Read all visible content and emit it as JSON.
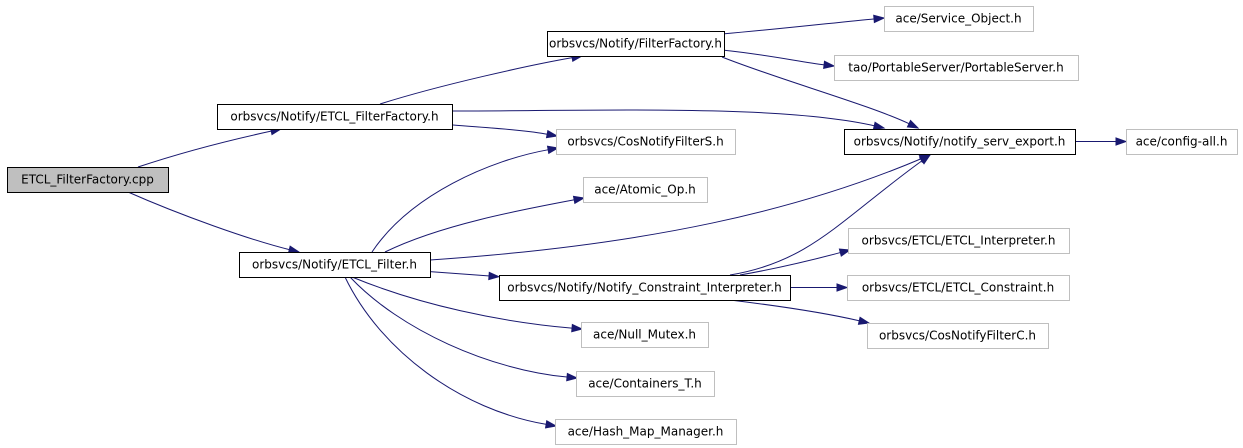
{
  "colors": {
    "edge": "#191970",
    "root_fill": "#bfbfbf",
    "root_border": "#000000",
    "internal_border": "#000000",
    "leaf_border": "#bfbfbf",
    "text": "#000000",
    "background": "#ffffff"
  },
  "nodes": [
    {
      "id": "root",
      "label": "ETCL_FilterFactory.cpp",
      "kind": "root"
    },
    {
      "id": "etcl_ff_h",
      "label": "orbsvcs/Notify/ETCL_FilterFactory.h",
      "kind": "internal"
    },
    {
      "id": "etcl_filter_h",
      "label": "orbsvcs/Notify/ETCL_Filter.h",
      "kind": "internal"
    },
    {
      "id": "filterfactory_h",
      "label": "orbsvcs/Notify/FilterFactory.h",
      "kind": "internal"
    },
    {
      "id": "cosnotifyfilters_h",
      "label": "orbsvcs/CosNotifyFilterS.h",
      "kind": "leaf"
    },
    {
      "id": "notify_serv_export_h",
      "label": "orbsvcs/Notify/notify_serv_export.h",
      "kind": "internal"
    },
    {
      "id": "service_object_h",
      "label": "ace/Service_Object.h",
      "kind": "leaf"
    },
    {
      "id": "portableserver_h",
      "label": "tao/PortableServer/PortableServer.h",
      "kind": "leaf"
    },
    {
      "id": "config_all_h",
      "label": "ace/config-all.h",
      "kind": "leaf"
    },
    {
      "id": "atomic_op_h",
      "label": "ace/Atomic_Op.h",
      "kind": "leaf"
    },
    {
      "id": "constraint_interp_h",
      "label": "orbsvcs/Notify/Notify_Constraint_Interpreter.h",
      "kind": "internal"
    },
    {
      "id": "null_mutex_h",
      "label": "ace/Null_Mutex.h",
      "kind": "leaf"
    },
    {
      "id": "containers_t_h",
      "label": "ace/Containers_T.h",
      "kind": "leaf"
    },
    {
      "id": "hash_map_manager_h",
      "label": "ace/Hash_Map_Manager.h",
      "kind": "leaf"
    },
    {
      "id": "etcl_interpreter_h",
      "label": "orbsvcs/ETCL/ETCL_Interpreter.h",
      "kind": "leaf"
    },
    {
      "id": "etcl_constraint_h",
      "label": "orbsvcs/ETCL/ETCL_Constraint.h",
      "kind": "leaf"
    },
    {
      "id": "cosnotifyfilterc_h",
      "label": "orbsvcs/CosNotifyFilterC.h",
      "kind": "leaf"
    }
  ],
  "edges": [
    {
      "from": "root",
      "to": "etcl_ff_h"
    },
    {
      "from": "root",
      "to": "etcl_filter_h"
    },
    {
      "from": "etcl_ff_h",
      "to": "filterfactory_h"
    },
    {
      "from": "etcl_ff_h",
      "to": "cosnotifyfilters_h"
    },
    {
      "from": "etcl_ff_h",
      "to": "notify_serv_export_h"
    },
    {
      "from": "filterfactory_h",
      "to": "service_object_h"
    },
    {
      "from": "filterfactory_h",
      "to": "portableserver_h"
    },
    {
      "from": "filterfactory_h",
      "to": "notify_serv_export_h"
    },
    {
      "from": "notify_serv_export_h",
      "to": "config_all_h"
    },
    {
      "from": "etcl_filter_h",
      "to": "cosnotifyfilters_h"
    },
    {
      "from": "etcl_filter_h",
      "to": "atomic_op_h"
    },
    {
      "from": "etcl_filter_h",
      "to": "notify_serv_export_h"
    },
    {
      "from": "etcl_filter_h",
      "to": "constraint_interp_h"
    },
    {
      "from": "etcl_filter_h",
      "to": "null_mutex_h"
    },
    {
      "from": "etcl_filter_h",
      "to": "containers_t_h"
    },
    {
      "from": "etcl_filter_h",
      "to": "hash_map_manager_h"
    },
    {
      "from": "constraint_interp_h",
      "to": "etcl_interpreter_h"
    },
    {
      "from": "constraint_interp_h",
      "to": "etcl_constraint_h"
    },
    {
      "from": "constraint_interp_h",
      "to": "cosnotifyfilterc_h"
    },
    {
      "from": "constraint_interp_h",
      "to": "notify_serv_export_h"
    }
  ]
}
